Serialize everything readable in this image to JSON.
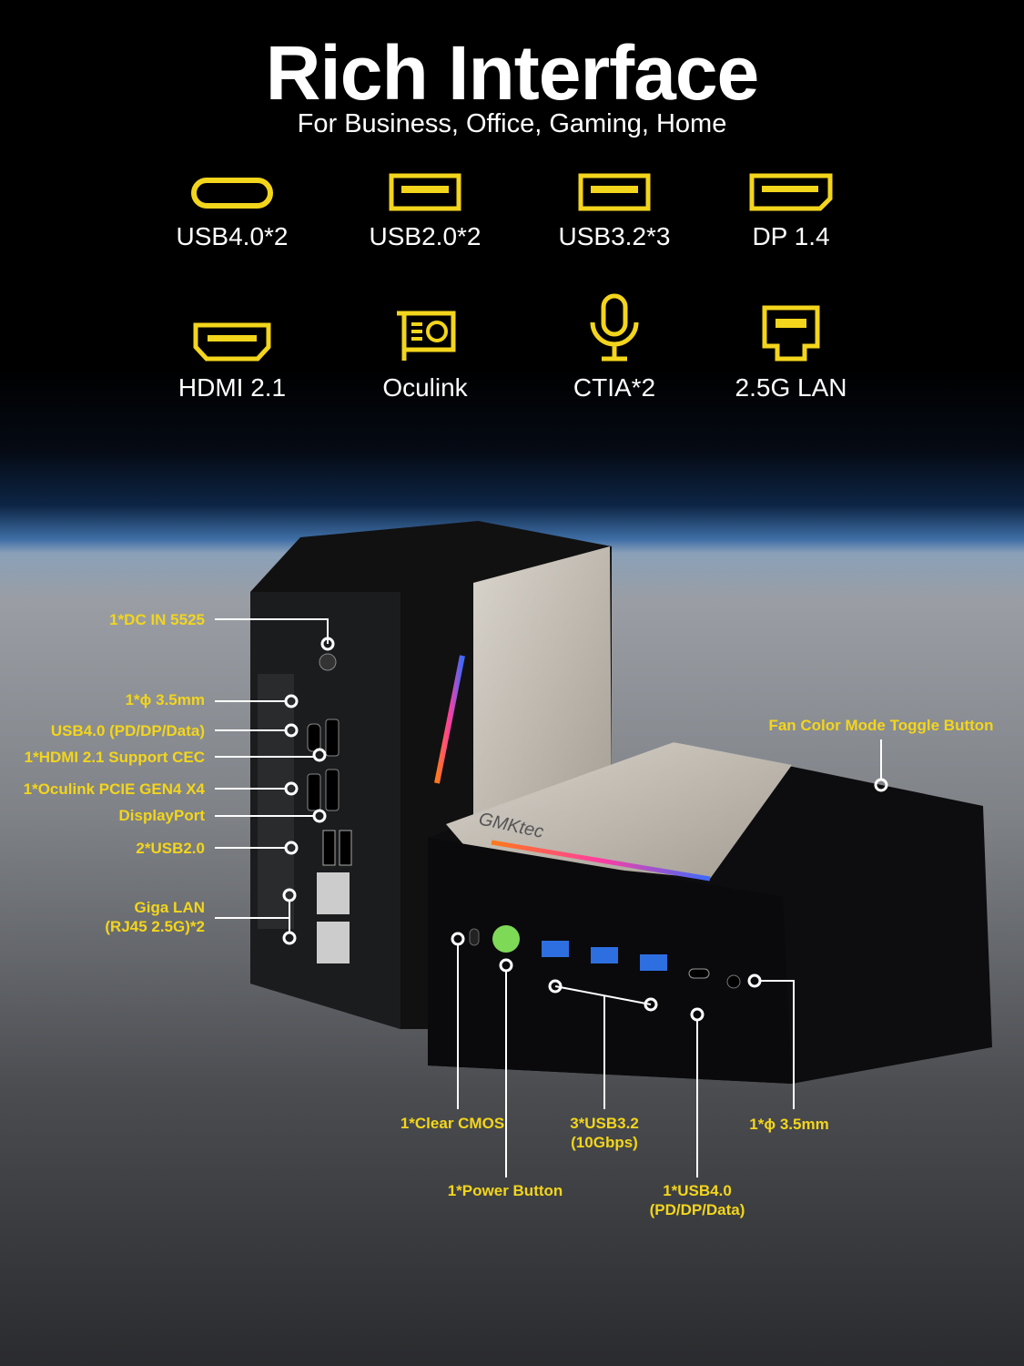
{
  "header": {
    "title": "Rich Interface",
    "subtitle": "For Business, Office, Gaming, Home"
  },
  "features": [
    {
      "icon": "usb-c-port-icon",
      "label": "USB4.0*2"
    },
    {
      "icon": "usb-a-port-icon",
      "label": "USB2.0*2"
    },
    {
      "icon": "usb-a-port-icon",
      "label": "USB3.2*3"
    },
    {
      "icon": "displayport-icon",
      "label": "DP 1.4"
    },
    {
      "icon": "hdmi-port-icon",
      "label": "HDMI 2.1"
    },
    {
      "icon": "oculink-card-icon",
      "label": "Oculink"
    },
    {
      "icon": "microphone-icon",
      "label": "CTIA*2"
    },
    {
      "icon": "lan-port-icon",
      "label": "2.5G LAN"
    }
  ],
  "brand": "GMKtec",
  "callouts": {
    "back": [
      "1*DC IN 5525",
      "1*ɸ 3.5mm",
      "USB4.0 (PD/DP/Data)",
      "1*HDMI 2.1 Support CEC",
      "1*Oculink PCIE GEN4 X4",
      "DisplayPort",
      "2*USB2.0",
      "Giga LAN",
      "(RJ45 2.5G)*2"
    ],
    "fan_toggle": "Fan Color Mode Toggle Button",
    "clear_cmos": "1*Clear CMOS",
    "usb32": [
      "3*USB3.2",
      "(10Gbps)"
    ],
    "audio_front": "1*ɸ 3.5mm",
    "power": "1*Power Button",
    "usb4_front": [
      "1*USB4.0",
      "(PD/DP/Data)"
    ]
  },
  "colors": {
    "accent": "#f3d51c",
    "text": "#ffffff"
  }
}
